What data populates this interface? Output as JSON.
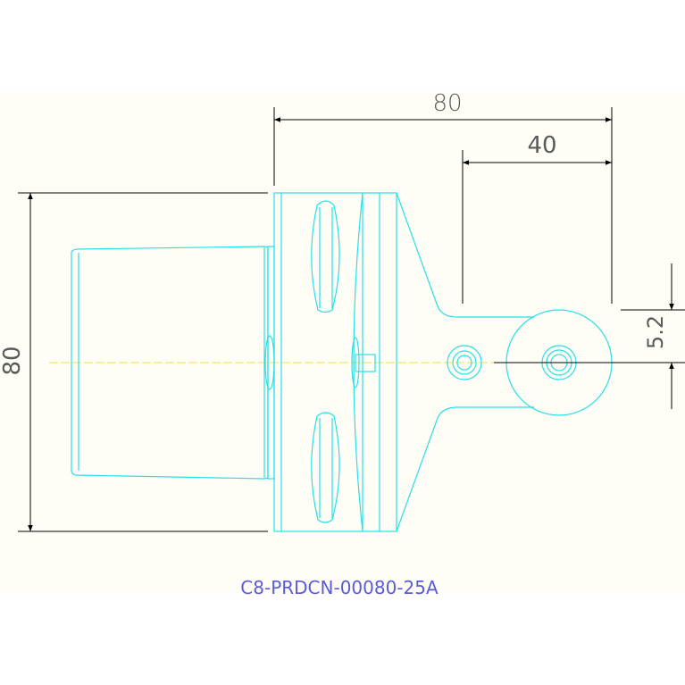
{
  "drawing": {
    "part_number": "C8-PRDCN-00080-25A",
    "colors": {
      "background": "#fefef6",
      "page": "#ffffff",
      "outline": "#29dfe6",
      "dimension": "#000000",
      "centerline": "#f0e048",
      "dimension_text": "#5a5a5a",
      "part_number_text": "#5b5bd8"
    }
  },
  "dimensions": {
    "overall_length": "80",
    "offset_length": "40",
    "overall_height": "80",
    "insert_offset": "5.2"
  }
}
